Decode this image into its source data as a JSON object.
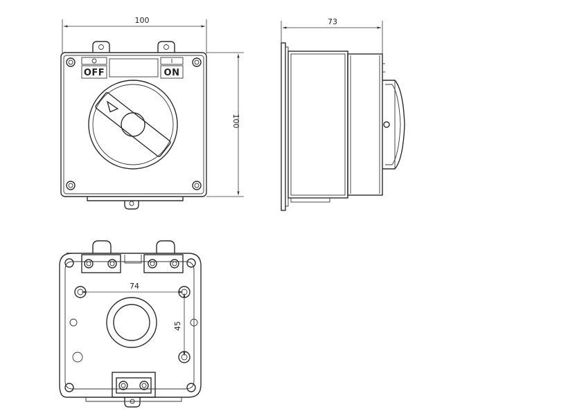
{
  "front_view": {
    "width_dim": "100",
    "height_dim": "100",
    "off_label": "OFF",
    "on_label": "ON",
    "off_symbol": "0",
    "on_symbol": "I"
  },
  "side_view": {
    "depth_dim": "73"
  },
  "rear_view": {
    "hole_spacing_h": "74",
    "hole_spacing_v": "45"
  }
}
